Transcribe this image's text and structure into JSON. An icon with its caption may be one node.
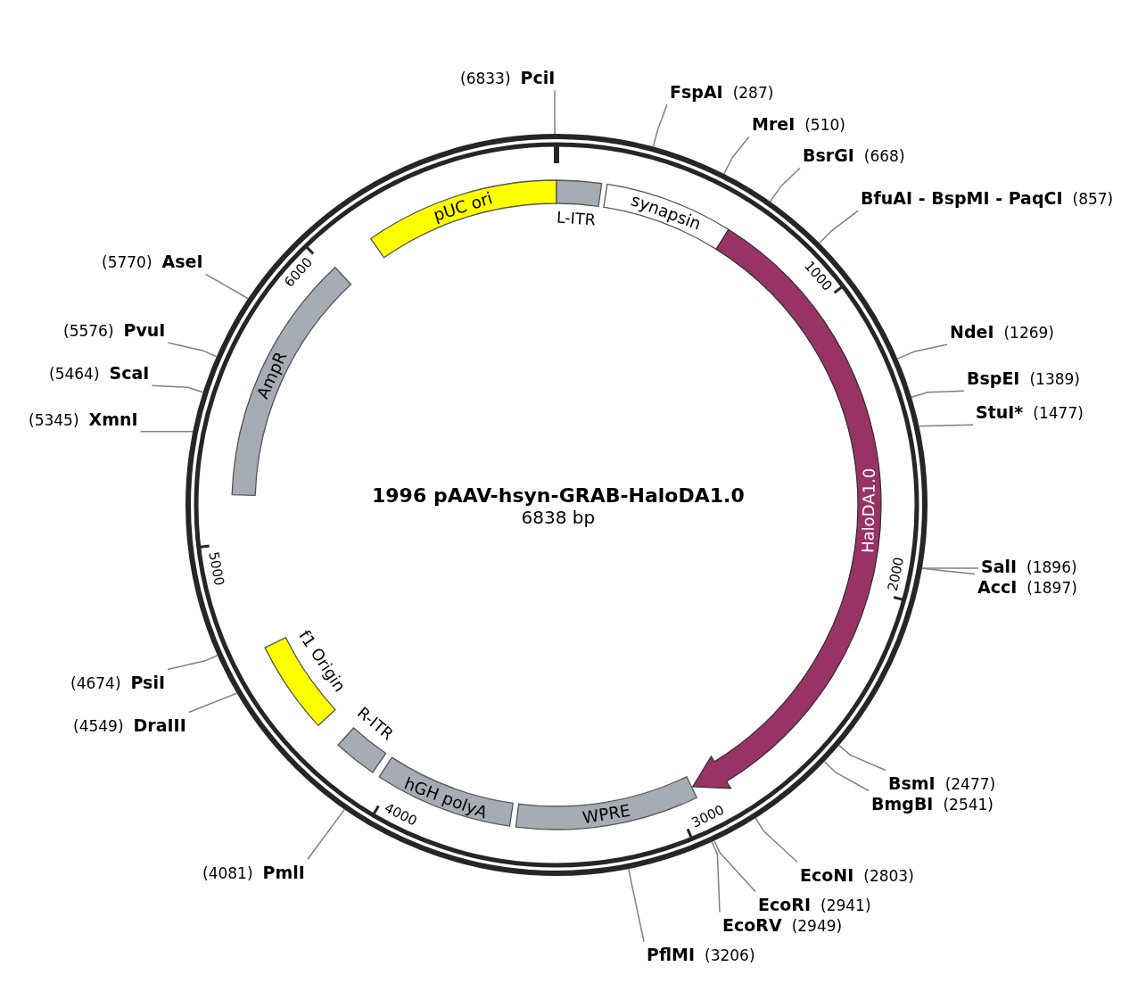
{
  "diagram": {
    "title": "1996 pAAV-hsyn-GRAB-HaloDA1.0",
    "nodes": [
      {
        "text": [
          "pUC ori"
        ]
      },
      {
        "text": [
          "L-ITR"
        ]
      },
      {
        "text": [
          "synapsin"
        ]
      },
      {
        "text": [
          "HaloDA1.0"
        ]
      },
      {
        "text": [
          "WPRE"
        ]
      },
      {
        "text": [
          "hGH polyA"
        ]
      },
      {
        "text": [
          "R-ITR"
        ]
      },
      {
        "text": [
          "f1 Origin"
        ]
      },
      {
        "text": [
          "AmpR"
        ]
      },
      {
        "text": [
          "(6833)",
          "PciI"
        ]
      },
      {
        "text": [
          "FspAI",
          "(287)"
        ]
      },
      {
        "text": [
          "MreI",
          "(510)"
        ]
      },
      {
        "text": [
          "BsrGI",
          "(668)"
        ]
      },
      {
        "text": [
          "BfuAI - BspMI - PaqCI",
          "(857)"
        ]
      },
      {
        "text": [
          "NdeI",
          "(1269)"
        ]
      },
      {
        "text": [
          "BspEI",
          "(1389)"
        ]
      },
      {
        "text": [
          "StuI*",
          "(1477)"
        ]
      },
      {
        "text": [
          "SalI",
          "(1896)"
        ]
      },
      {
        "text": [
          "AccI",
          "(1897)"
        ]
      },
      {
        "text": [
          "BsmI",
          "(2477)"
        ]
      },
      {
        "text": [
          "BmgBI",
          "(2541)"
        ]
      },
      {
        "text": [
          "EcoNI",
          "(2803)"
        ]
      },
      {
        "text": [
          "EcoRI",
          "(2941)"
        ]
      },
      {
        "text": [
          "EcoRV",
          "(2949)"
        ]
      },
      {
        "text": [
          "PflMI",
          "(3206)"
        ]
      },
      {
        "text": [
          "(4081)",
          "PmlI"
        ]
      },
      {
        "text": [
          "(4549)",
          "DraIII"
        ]
      },
      {
        "text": [
          "(4674)",
          "PsiI"
        ]
      },
      {
        "text": [
          "(5345)",
          "XmnI"
        ]
      },
      {
        "text": [
          "(5464)",
          "ScaI"
        ]
      },
      {
        "text": [
          "(5576)",
          "PvuI"
        ]
      },
      {
        "text": [
          "(5770)",
          "AseI"
        ]
      }
    ],
    "edges": [
      {
        "from": 9,
        "to": null,
        "arrow": "none"
      },
      {
        "from": 10,
        "to": null,
        "arrow": "none"
      },
      {
        "from": 11,
        "to": null,
        "arrow": "none"
      },
      {
        "from": 12,
        "to": null,
        "arrow": "none"
      },
      {
        "from": 13,
        "to": null,
        "arrow": "none"
      },
      {
        "from": 14,
        "to": null,
        "arrow": "none"
      },
      {
        "from": 15,
        "to": null,
        "arrow": "none"
      },
      {
        "from": 16,
        "to": null,
        "arrow": "none"
      },
      {
        "from": 17,
        "to": null,
        "arrow": "none"
      },
      {
        "from": 18,
        "to": null,
        "arrow": "none"
      },
      {
        "from": 19,
        "to": null,
        "arrow": "none"
      },
      {
        "from": 20,
        "to": null,
        "arrow": "none"
      },
      {
        "from": 21,
        "to": null,
        "arrow": "none"
      },
      {
        "from": 22,
        "to": null,
        "arrow": "none"
      },
      {
        "from": 23,
        "to": null,
        "arrow": "none"
      },
      {
        "from": 24,
        "to": null,
        "arrow": "none"
      },
      {
        "from": 25,
        "to": null,
        "arrow": "none"
      },
      {
        "from": 26,
        "to": null,
        "arrow": "none"
      },
      {
        "from": 27,
        "to": null,
        "arrow": "none"
      },
      {
        "from": 28,
        "to": null,
        "arrow": "none"
      },
      {
        "from": 29,
        "to": null,
        "arrow": "none"
      },
      {
        "from": 30,
        "to": null,
        "arrow": "none"
      },
      {
        "from": 31,
        "to": null,
        "arrow": "none"
      }
    ],
    "labels": [
      "6838 bp",
      "1000",
      "2000",
      "3000",
      "4000",
      "5000",
      "6000"
    ]
  }
}
